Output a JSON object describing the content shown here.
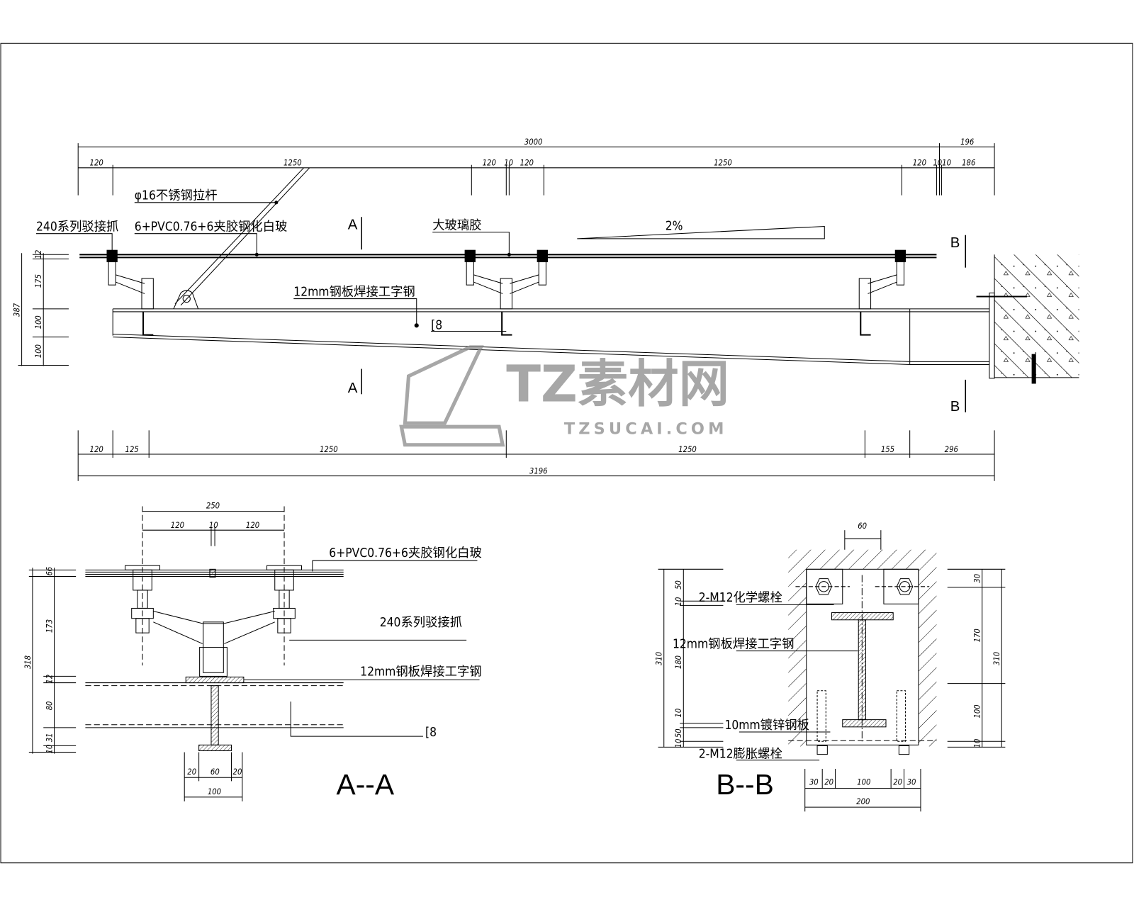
{
  "elevation": {
    "dims_top": [
      "3000",
      "196"
    ],
    "dims_row2": [
      "120",
      "1250",
      "120",
      "10",
      "120",
      "1250",
      "120",
      "1010",
      "186"
    ],
    "dims_left": [
      "12",
      "175",
      "387",
      "100",
      "100"
    ],
    "dims_bottom": [
      "120",
      "125",
      "1250",
      "1250",
      "155",
      "296"
    ],
    "dims_total_bottom": "3196",
    "labels": {
      "tie_rod": "φ16不锈钢拉杆",
      "claw": "240系列驳接抓",
      "glass": "6+PVC0.76+6夹胶钢化白玻",
      "sealant": "大玻璃胶",
      "slope": "2%",
      "beam": "12mm钢板焊接工字钢",
      "channel": "[8"
    },
    "section_marks": [
      "A",
      "A",
      "B",
      "B"
    ]
  },
  "section_aa": {
    "title": "A--A",
    "dims_top": [
      "250",
      "120",
      "10",
      "120"
    ],
    "dims_left": [
      "6",
      "6",
      "173",
      "318",
      "12",
      "80",
      "31",
      "10"
    ],
    "dims_bottom": [
      "20",
      "60",
      "20",
      "100"
    ],
    "labels": {
      "glass": "6+PVC0.76+6夹胶钢化白玻",
      "claw": "240系列驳接抓",
      "beam": "12mm钢板焊接工字钢",
      "channel": "[8"
    }
  },
  "section_bb": {
    "title": "B--B",
    "dims_top": [
      "60"
    ],
    "dims_left": [
      "50",
      "10",
      "180",
      "10",
      "50",
      "10",
      "310"
    ],
    "dims_right": [
      "30",
      "170",
      "100",
      "10",
      "310"
    ],
    "dims_bottom": [
      "30",
      "20",
      "100",
      "20",
      "30",
      "200"
    ],
    "labels": {
      "chem_bolt": "2-M12化学螺栓",
      "beam": "12mm钢板焊接工字钢",
      "plate": "10mm镀锌钢板",
      "exp_bolt": "2-M12膨胀螺栓"
    }
  },
  "watermark": {
    "name": "TZ素材网",
    "url": "TZSUCAI.COM"
  }
}
